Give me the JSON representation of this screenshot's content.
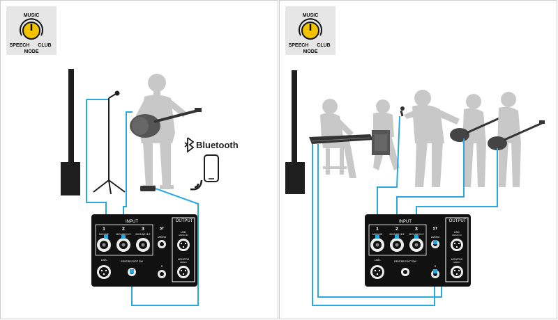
{
  "colors": {
    "cable": "#29a8e0",
    "silhouette": "#c8c8c8",
    "speaker": "#1e1e1e",
    "panel_bg": "#111111",
    "panel_text": "#ffffff",
    "knob_yellow": "#f2c400",
    "badge_bg": "#e6e6e6"
  },
  "mode_badge": {
    "music": "MUSIC",
    "speech": "SPEECH",
    "club": "CLUB",
    "mode": "MODE"
  },
  "bluetooth": {
    "label": "Bluetooth",
    "icon": "bluetooth-icon"
  },
  "io_panel": {
    "input_label": "INPUT",
    "output_label": "OUTPUT",
    "st_label": "ST",
    "ch1_num": "1",
    "ch2_num": "2",
    "ch3_num": "3",
    "ch1_label": "MIC/LINE",
    "ch2_label": "MIC/LINE HI-Z",
    "ch3_label": "MIC/LINE HI-Z",
    "lmono_label": "L/MONO",
    "r_label": "R",
    "link_label": "LINK",
    "reverb_label": "REVERB FOOT SW",
    "out_link_label": "LINK",
    "out_link_sub": "MONO IN",
    "monitor_label": "MONITOR",
    "monitor_sub": "MONO"
  }
}
